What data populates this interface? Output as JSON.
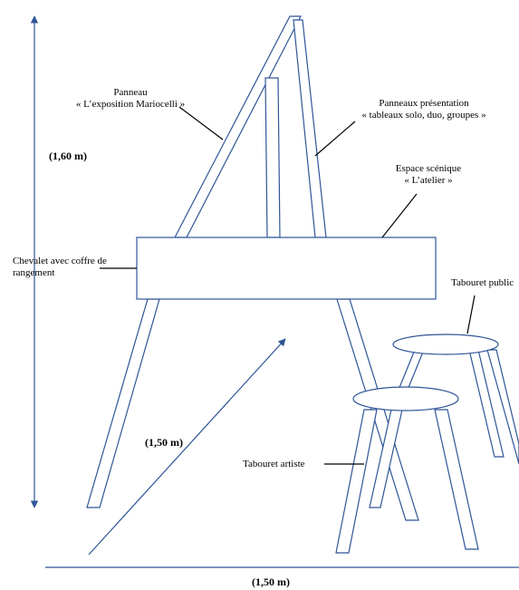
{
  "labels": {
    "panneau_line1": "Panneau",
    "panneau_line2": "« L’exposition Mariocelli »",
    "presentation_line1": "Panneaux présentation",
    "presentation_line2": "« tableaux solo, duo, groupes »",
    "espace_line1": "Espace scénique",
    "espace_line2": "« L’atelier »",
    "chevalet_line1": "Chevalet avec coffre de",
    "chevalet_line2": "rangement",
    "tabouret_public": "Tabouret public",
    "tabouret_artiste": "Tabouret artiste"
  },
  "dimensions": {
    "height": "(1,60 m)",
    "depth": "(1,50 m)",
    "width": "(1,50 m)"
  },
  "colors": {
    "line": "#2f5597",
    "text": "#000000"
  }
}
